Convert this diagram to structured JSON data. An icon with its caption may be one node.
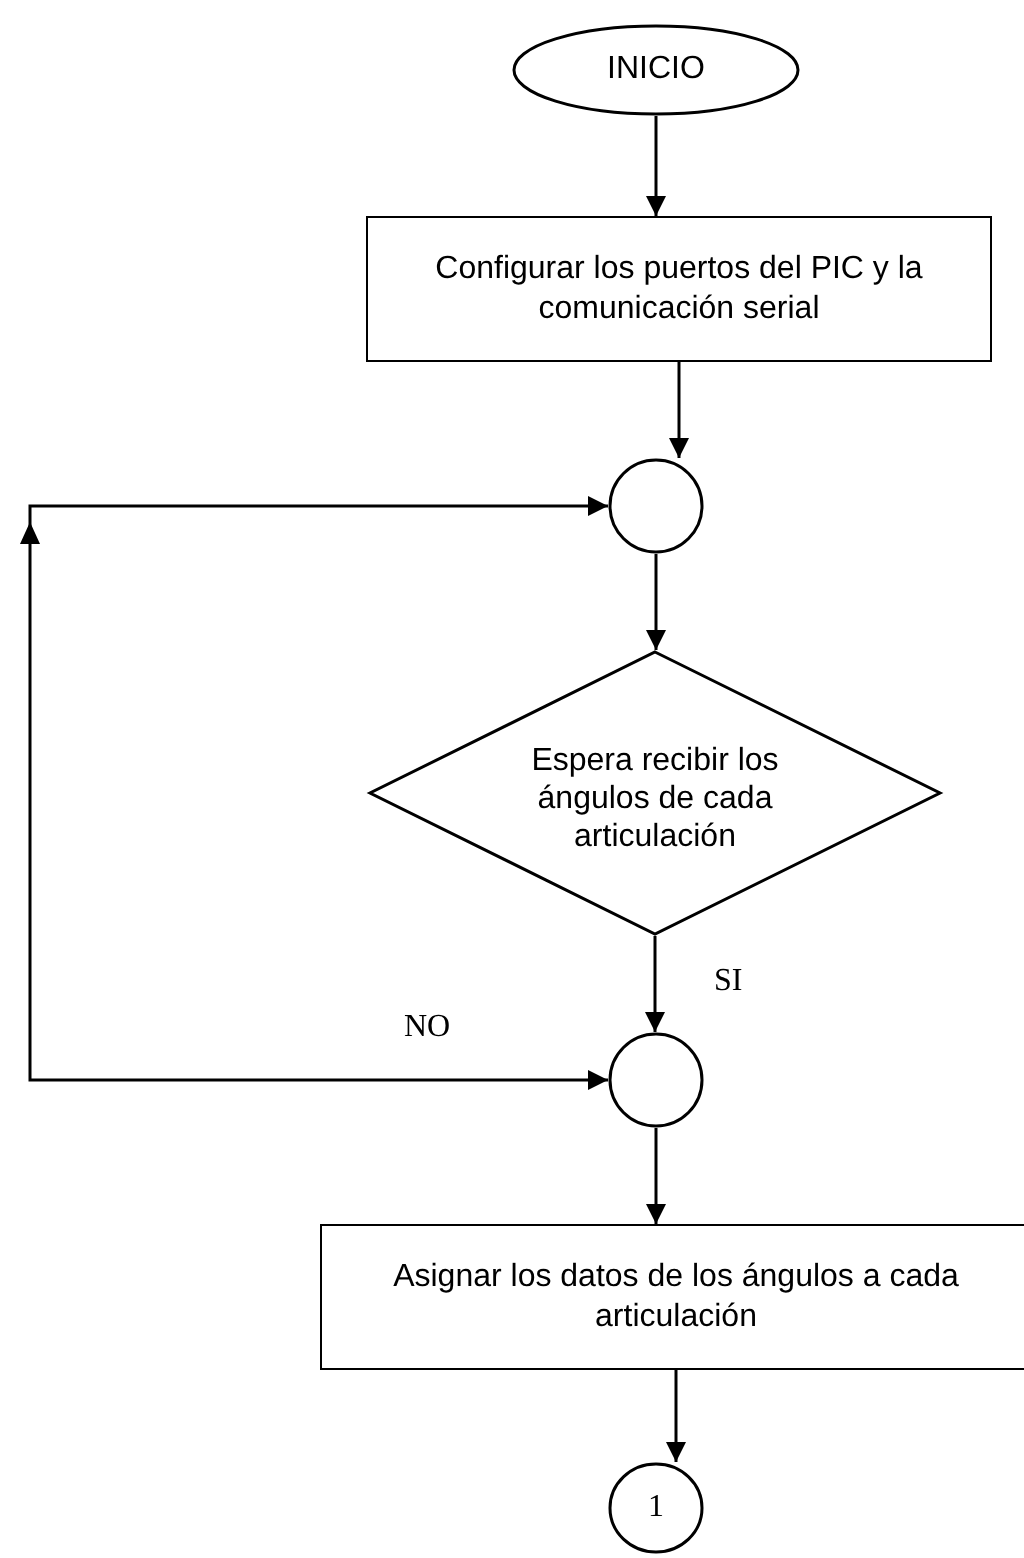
{
  "diagram": {
    "nodes": [
      {
        "text": [
          "INICIO"
        ]
      },
      {
        "text": [
          "Configurar los puertos del PIC y la comunicación serial"
        ]
      },
      {
        "text": [],
        "shape": "circle"
      },
      {
        "text": [
          "Espera recibir los ángulos de cada articulación"
        ]
      },
      {
        "text": [],
        "shape": "circle"
      },
      {
        "text": [
          "Asignar los datos de los ángulos a cada articulación"
        ]
      },
      {
        "text": [
          "1"
        ]
      }
    ],
    "edges": [
      {
        "from": 0,
        "to": 1,
        "arrow": "to"
      },
      {
        "from": 1,
        "to": 2,
        "arrow": "to"
      },
      {
        "from": 2,
        "to": 3,
        "arrow": "to"
      },
      {
        "from": 3,
        "to": 4,
        "arrow": "to",
        "label": "SI"
      },
      {
        "from": 4,
        "to": 2,
        "arrow": "both",
        "label": "NO"
      },
      {
        "from": 4,
        "to": 5,
        "arrow": "to"
      },
      {
        "from": 5,
        "to": 6,
        "arrow": "to"
      }
    ]
  }
}
